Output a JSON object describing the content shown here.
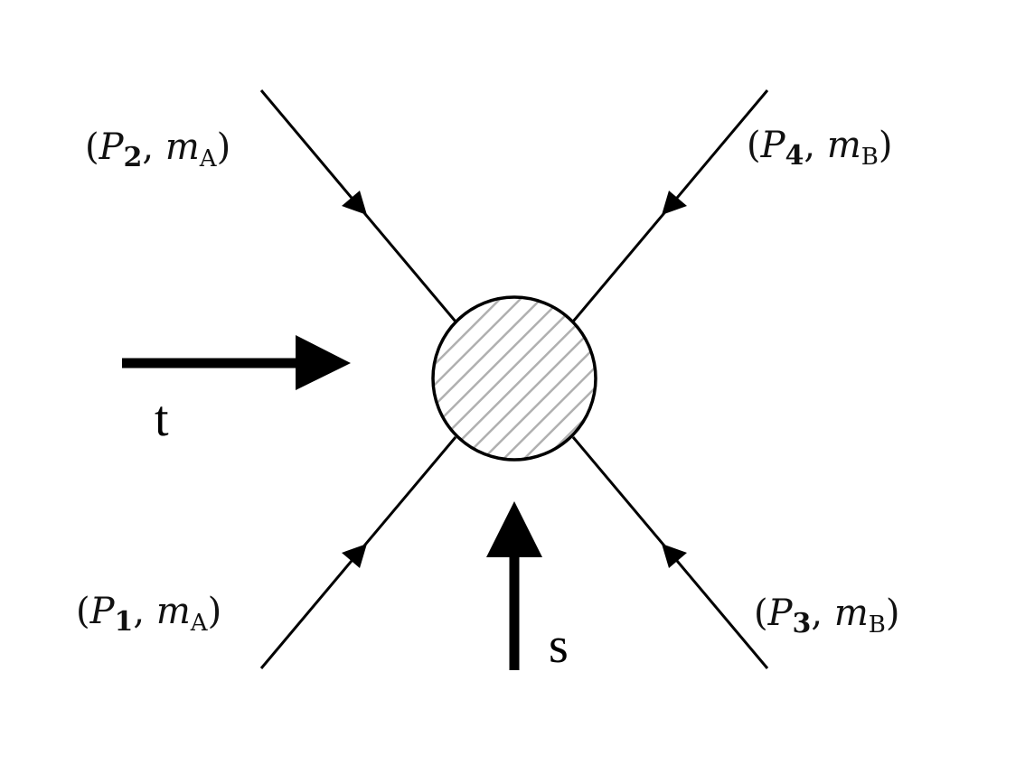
{
  "legs": [
    {
      "id": "p1",
      "momentum": "P",
      "index": "1",
      "mass": "m",
      "mass_sub": "A"
    },
    {
      "id": "p2",
      "momentum": "P",
      "index": "2",
      "mass": "m",
      "mass_sub": "A"
    },
    {
      "id": "p3",
      "momentum": "P",
      "index": "3",
      "mass": "m",
      "mass_sub": "B"
    },
    {
      "id": "p4",
      "momentum": "P",
      "index": "4",
      "mass": "m",
      "mass_sub": "B"
    }
  ],
  "channels": {
    "t": "t",
    "s": "s"
  },
  "colors": {
    "line": "#000000",
    "hatch": "#b0b0b0",
    "blob_fill": "#ffffff"
  }
}
